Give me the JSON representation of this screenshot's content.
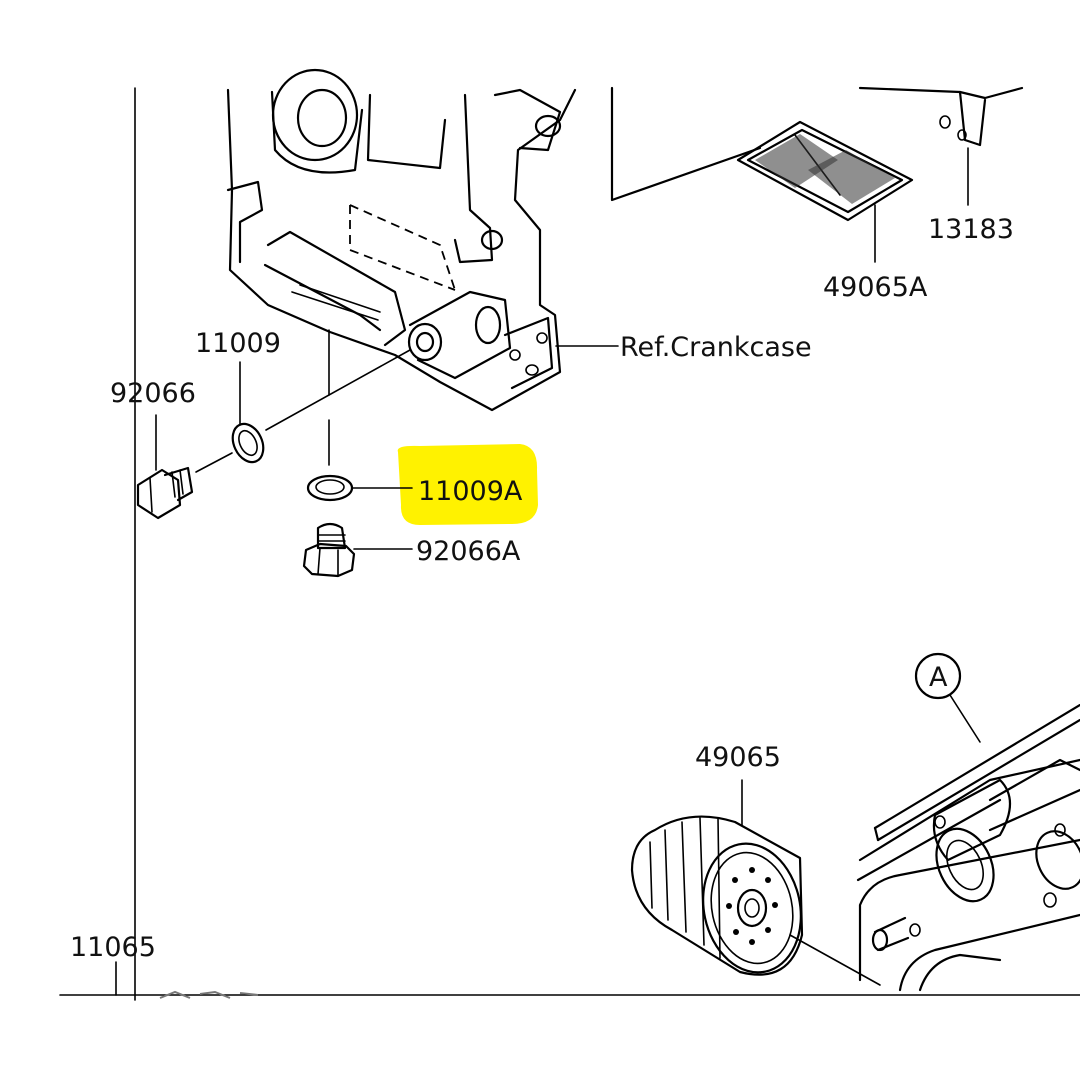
{
  "diagram": {
    "highlight_color": "#FFF200",
    "callouts": {
      "p13183": "13183",
      "p49065A": "49065A",
      "ref_crankcase": "Ref.Crankcase",
      "p11009": "11009",
      "p92066": "92066",
      "p11009A": "11009A",
      "p92066A": "92066A",
      "view_a": "A",
      "p49065": "49065",
      "p11065": "11065"
    }
  }
}
